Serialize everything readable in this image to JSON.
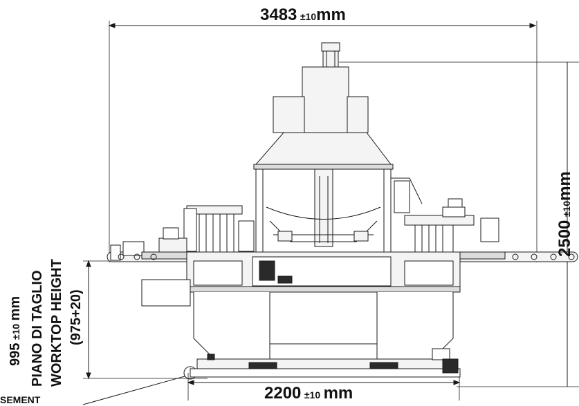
{
  "dimensions": {
    "width_top": {
      "value": "3483",
      "tolerance": "±10",
      "unit": "mm"
    },
    "height_right": {
      "value": "2500",
      "tolerance": "±10",
      "unit": "mm"
    },
    "base_bottom": {
      "value": "2200",
      "tolerance": "±10",
      "unit": "mm"
    },
    "worktop": {
      "value": "995",
      "tolerance": "±10",
      "unit": "mm",
      "label_it": "PIANO DI TAGLIO",
      "label_en": "WORKTOP HEIGHT",
      "range": "(975+20)"
    }
  },
  "callout_partial": "SEMENT",
  "colors": {
    "line": "#1a1a1a",
    "fill": "#f4f4f4",
    "dark": "#2a2a2a"
  }
}
